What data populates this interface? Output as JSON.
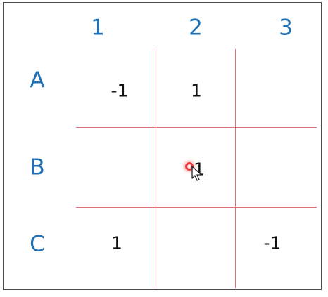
{
  "columns": [
    "1",
    "2",
    "3"
  ],
  "rows": [
    "A",
    "B",
    "C"
  ],
  "cells": {
    "A1": "-1",
    "A2": "1",
    "A3": "",
    "B1": "",
    "B2": "1",
    "B3": "",
    "C1": "1",
    "C2": "",
    "C3": "-1"
  },
  "colors": {
    "header": "#1f6fb5",
    "grid_lines": "#e0707a",
    "cell_text": "#111111",
    "cursor_highlight": "#eb2323"
  },
  "icons": {
    "cursor": "mouse-pointer-icon",
    "click_highlight": "click-highlight-icon"
  }
}
